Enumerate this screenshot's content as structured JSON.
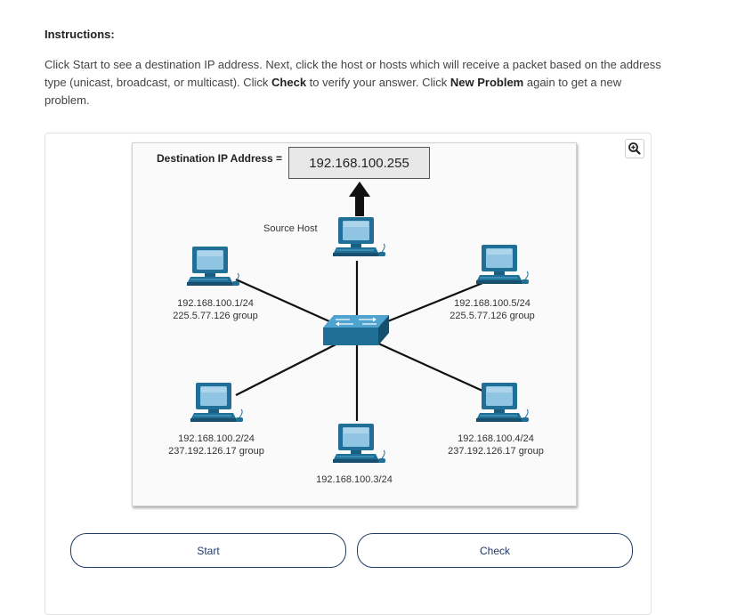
{
  "heading": "Instructions:",
  "instructions": {
    "part1": "Click Start to see a destination IP address. Next, click the host or hosts which will receive a packet based on the address type (unicast, broadcast, or multicast). Click ",
    "check_word": "Check",
    "part2": " to verify your answer. Click ",
    "new_problem_word": "New Problem",
    "part3": " again to get a new problem."
  },
  "activity": {
    "dest_label": "Destination IP Address =",
    "dest_ip": "192.168.100.255",
    "source_label": "Source Host",
    "hosts": [
      {
        "ip": "192.168.100.1/24",
        "group": "225.5.77.126 group"
      },
      {
        "ip": "192.168.100.5/24",
        "group": "225.5.77.126 group"
      },
      {
        "ip": "192.168.100.2/24",
        "group": "237.192.126.17 group"
      },
      {
        "ip": "192.168.100.4/24",
        "group": "237.192.126.17 group"
      },
      {
        "ip": "192.168.100.3/24",
        "group": ""
      }
    ]
  },
  "buttons": {
    "start": "Start",
    "check": "Check"
  },
  "icons": {
    "zoom": "zoom-in-icon",
    "host": "computer-icon",
    "switch": "switch-icon",
    "arrow": "up-arrow-icon"
  }
}
